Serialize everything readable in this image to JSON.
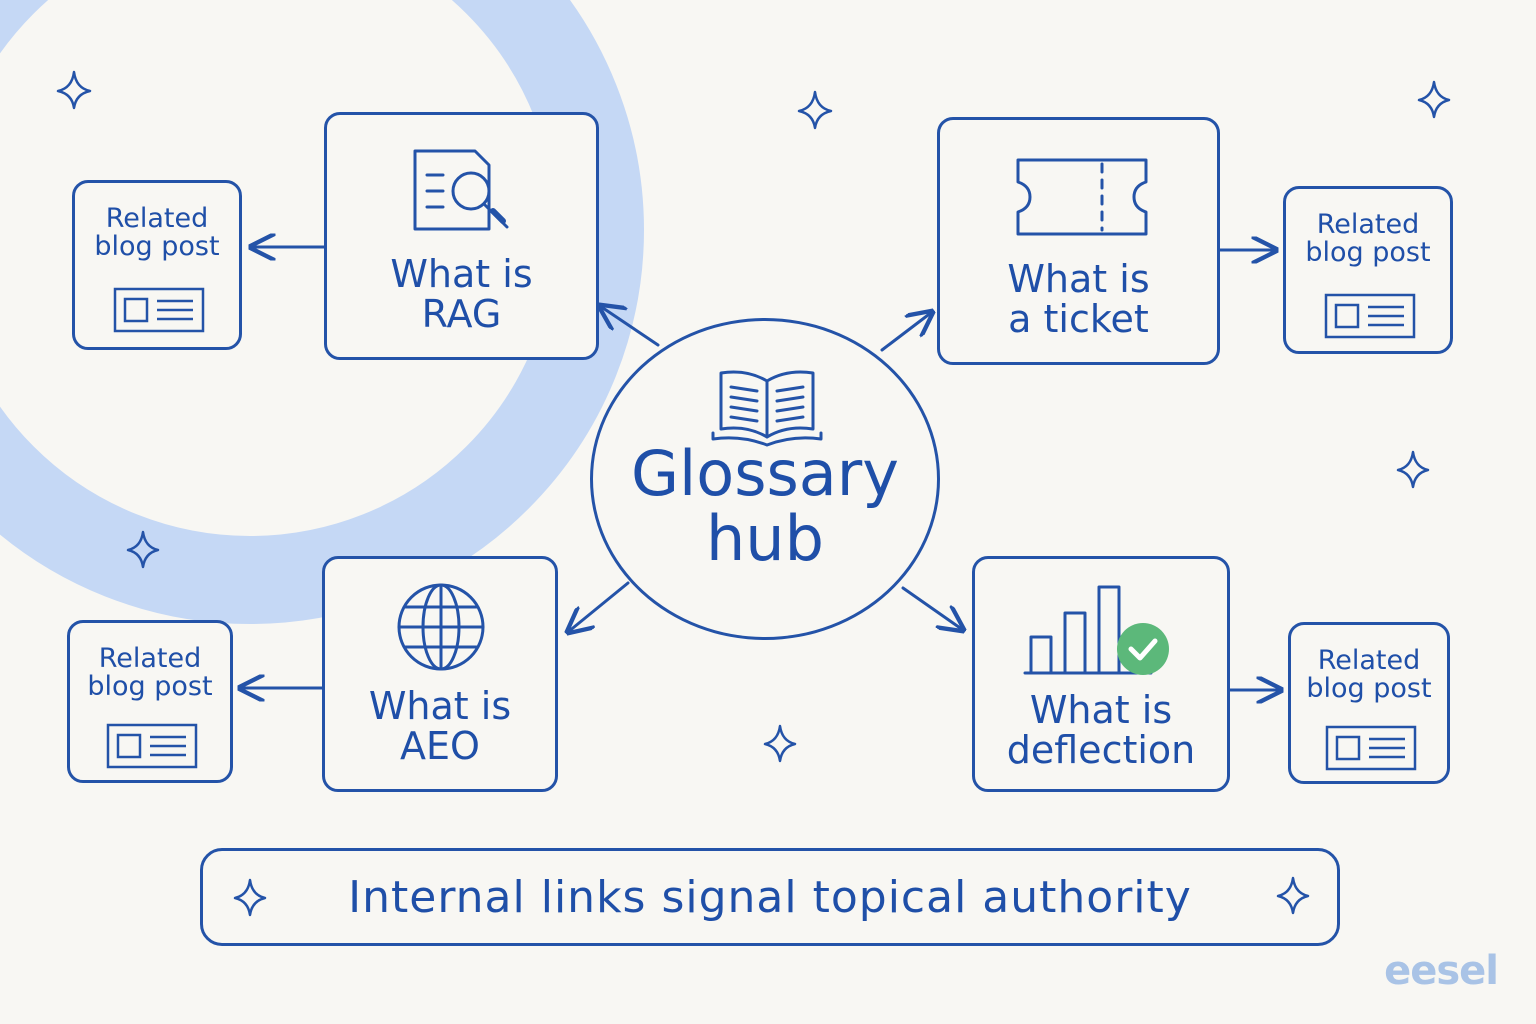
{
  "hub": {
    "line1": "Glossary",
    "line2": "hub"
  },
  "topics": [
    {
      "id": "rag",
      "line1": "What is",
      "line2": "RAG",
      "icon": "document-search-icon"
    },
    {
      "id": "ticket",
      "line1": "What is",
      "line2": "a ticket",
      "icon": "ticket-icon"
    },
    {
      "id": "aeo",
      "line1": "What is",
      "line2": "AEO",
      "icon": "globe-icon"
    },
    {
      "id": "deflection",
      "line1": "What is",
      "line2": "deflection",
      "icon": "bar-chart-check-icon"
    }
  ],
  "related": [
    {
      "line1": "Related",
      "line2": "blog post",
      "icon": "article-card-icon"
    },
    {
      "line1": "Related",
      "line2": "blog post",
      "icon": "article-card-icon"
    },
    {
      "line1": "Related",
      "line2": "blog post",
      "icon": "article-card-icon"
    },
    {
      "line1": "Related",
      "line2": "blog post",
      "icon": "article-card-icon"
    }
  ],
  "banner": {
    "text": "Internal links signal topical authority",
    "icon": "sparkle-icon"
  },
  "logo": "eesel",
  "colors": {
    "ink": "#2453a8",
    "accent_arc": "#c5d8f5",
    "check": "#5cb87a",
    "background": "#f8f7f3",
    "logo": "#a9c3e6"
  }
}
